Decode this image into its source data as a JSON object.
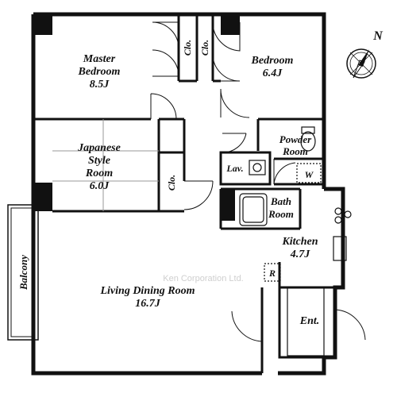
{
  "rooms": {
    "master_bedroom": {
      "name_line1": "Master",
      "name_line2": "Bedroom",
      "size": "8.5J"
    },
    "bedroom": {
      "name": "Bedroom",
      "size": "6.4J"
    },
    "closet_1": "Clo.",
    "closet_2": "Clo.",
    "closet_3": "Clo.",
    "japanese_room": {
      "line1": "Japanese",
      "line2": "Style",
      "line3": "Room",
      "size": "6.0J"
    },
    "powder_room": {
      "line1": "Powder",
      "line2": "Room"
    },
    "lavatory": "Lav.",
    "washer": "W",
    "bath_room": {
      "line1": "Bath",
      "line2": "Room"
    },
    "kitchen": {
      "name": "Kitchen",
      "size": "4.7J"
    },
    "refrigerator": "R",
    "living_dining": {
      "name": "Living Dining Room",
      "size": "16.7J"
    },
    "entrance": "Ent.",
    "balcony": "Balcony"
  },
  "compass": {
    "north_label": "N"
  },
  "watermark": "Ken Corporation Ltd."
}
